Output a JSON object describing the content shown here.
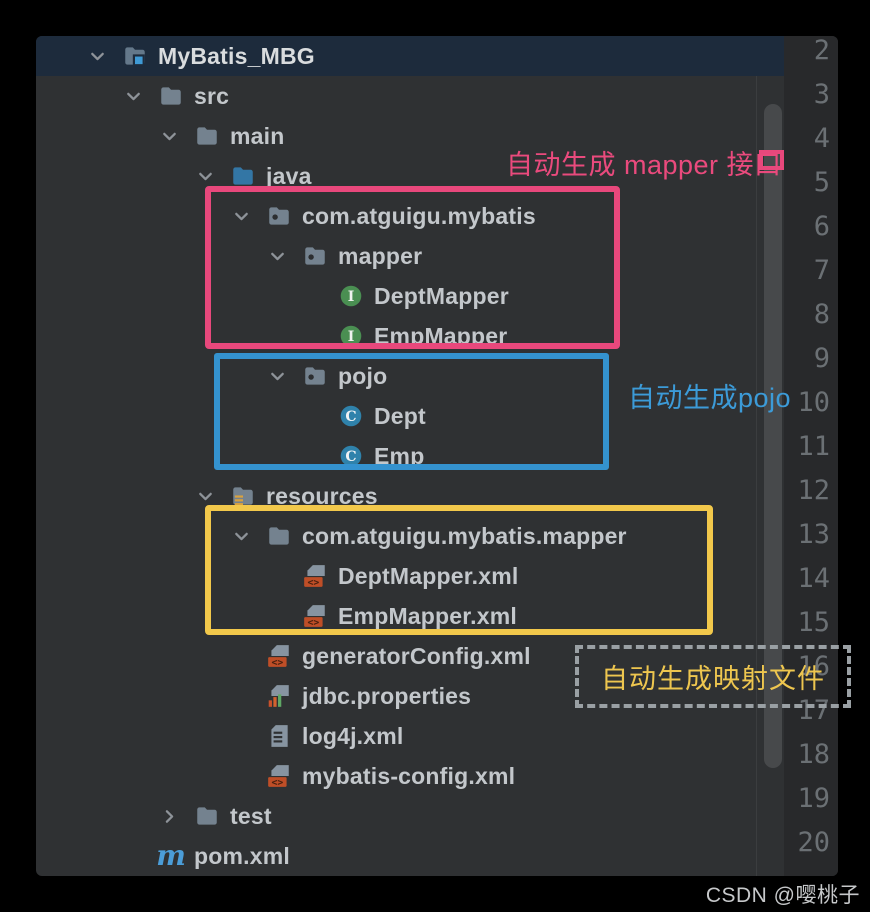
{
  "tree": {
    "items": [
      {
        "label": "MyBatis_MBG",
        "level": 0,
        "chevron": "expanded",
        "icon": "project-folder",
        "selected": true
      },
      {
        "label": "src",
        "level": 1,
        "chevron": "expanded",
        "icon": "folder"
      },
      {
        "label": "main",
        "level": 2,
        "chevron": "expanded",
        "icon": "folder"
      },
      {
        "label": "java",
        "level": 3,
        "chevron": "expanded",
        "icon": "sources-folder"
      },
      {
        "label": "com.atguigu.mybatis",
        "level": 4,
        "chevron": "expanded",
        "icon": "package-folder"
      },
      {
        "label": "mapper",
        "level": 5,
        "chevron": "expanded",
        "icon": "package-folder"
      },
      {
        "label": "DeptMapper",
        "level": 6,
        "chevron": "none",
        "icon": "interface"
      },
      {
        "label": "EmpMapper",
        "level": 6,
        "chevron": "none",
        "icon": "interface"
      },
      {
        "label": "pojo",
        "level": 5,
        "chevron": "expanded",
        "icon": "package-folder"
      },
      {
        "label": "Dept",
        "level": 6,
        "chevron": "none",
        "icon": "class"
      },
      {
        "label": "Emp",
        "level": 6,
        "chevron": "none",
        "icon": "class"
      },
      {
        "label": "resources",
        "level": 3,
        "chevron": "expanded",
        "icon": "resources-folder"
      },
      {
        "label": "com.atguigu.mybatis.mapper",
        "level": 4,
        "chevron": "expanded",
        "icon": "folder"
      },
      {
        "label": "DeptMapper.xml",
        "level": 5,
        "chevron": "none",
        "icon": "xml-file"
      },
      {
        "label": "EmpMapper.xml",
        "level": 5,
        "chevron": "none",
        "icon": "xml-file"
      },
      {
        "label": "generatorConfig.xml",
        "level": 4,
        "chevron": "none",
        "icon": "xml-file"
      },
      {
        "label": "jdbc.properties",
        "level": 4,
        "chevron": "none",
        "icon": "properties-file"
      },
      {
        "label": "log4j.xml",
        "level": 4,
        "chevron": "none",
        "icon": "text-file"
      },
      {
        "label": "mybatis-config.xml",
        "level": 4,
        "chevron": "none",
        "icon": "xml-file"
      },
      {
        "label": "test",
        "level": 2,
        "chevron": "collapsed",
        "icon": "folder"
      },
      {
        "label": "pom.xml",
        "level": 1,
        "chevron": "none",
        "icon": "maven"
      }
    ]
  },
  "gutter": {
    "lines": [
      2,
      3,
      4,
      5,
      6,
      7,
      8,
      9,
      10,
      11,
      12,
      13,
      14,
      15,
      16,
      17,
      18,
      19,
      20
    ]
  },
  "annotations": {
    "mapper_box": {
      "color": "#e8487c"
    },
    "mapper_label": {
      "text": "自动生成 mapper 接口",
      "color": "#ea4a7d"
    },
    "pojo_box": {
      "color": "#3492cf"
    },
    "pojo_label": {
      "text": "自动生成pojo",
      "color": "#3c9bd8"
    },
    "mapping_box": {
      "color": "#f2c84b"
    },
    "mapping_label": {
      "text": "自动生成映射文件",
      "color": "#eec64f"
    },
    "dashed_box": {
      "color": "#9aa0a4"
    },
    "scroll_marker": {
      "color": "#e8487c"
    }
  },
  "watermark": {
    "text": "CSDN @嘤桃子"
  },
  "theme": {
    "panel_bg": "#2f3133",
    "gutter_bg": "#28292b",
    "selected_row_bg": "#1d2b3c",
    "label_color": "#c3c7cb",
    "line_number_color": "#6b7074"
  }
}
